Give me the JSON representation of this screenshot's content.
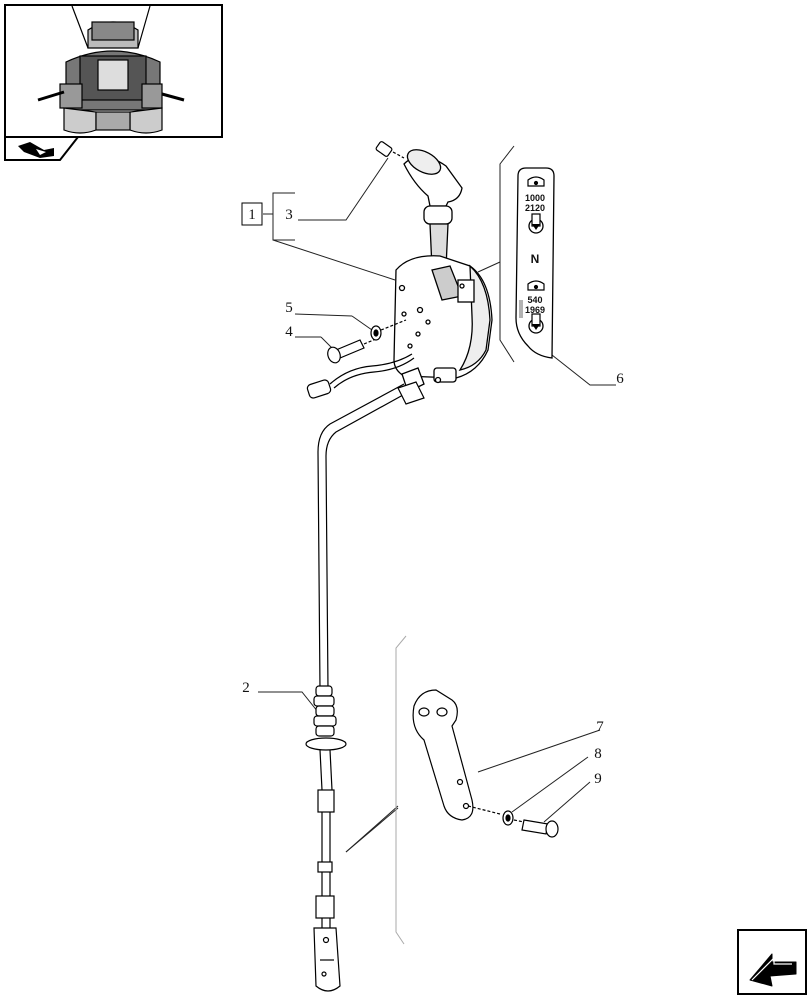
{
  "callouts": {
    "group": "1",
    "c2": "2",
    "c3": "3",
    "c4": "4",
    "c5": "5",
    "c6": "6",
    "c7": "7",
    "c8": "8",
    "c9": "9"
  },
  "decal": {
    "top_speed": "1000",
    "top_speed_alt": "2120",
    "neutral": "N",
    "bottom_speed": "540",
    "bottom_speed_alt": "1969"
  },
  "icons": {
    "thumbnail": "tractor-cab-thumbnail",
    "thumbnail_tab": "back-arrow-icon",
    "next_page": "next-page-arrow-icon"
  }
}
